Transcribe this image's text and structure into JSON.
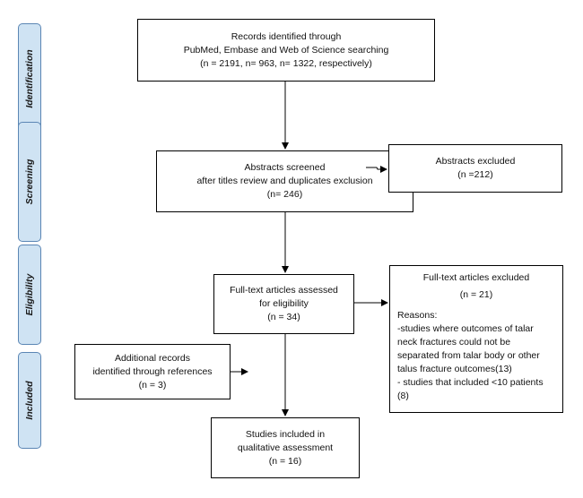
{
  "phases": {
    "identification": "Identification",
    "screening": "Screening",
    "eligibility": "Eligibility",
    "included": "Included"
  },
  "boxes": {
    "records": [
      "Records identified through",
      "PubMed, Embase and Web of Science searching",
      "(n = 2191, n= 963, n= 1322, respectively)"
    ],
    "screened": [
      "Abstracts screened",
      "after titles review and duplicates exclusion",
      "(n= 246)"
    ],
    "abstracts_excluded": [
      "Abstracts excluded",
      "(n =212)"
    ],
    "fulltext_assessed": [
      "Full-text articles assessed",
      "for eligibility",
      "(n = 34)"
    ],
    "fulltext_excluded": {
      "title": "Full-text articles excluded",
      "count": "(n = 21)",
      "reasons_label": "Reasons:",
      "reasons": [
        "-studies where outcomes of talar",
        "neck fractures could not be",
        "separated from talar body or other",
        "talus fracture outcomes(13)",
        "- studies that included <10 patients",
        "(8)"
      ]
    },
    "additional": [
      "Additional records",
      "identified through references",
      "(n = 3)"
    ],
    "included": [
      "Studies included in",
      "qualitative assessment",
      "(n = 16)"
    ]
  }
}
